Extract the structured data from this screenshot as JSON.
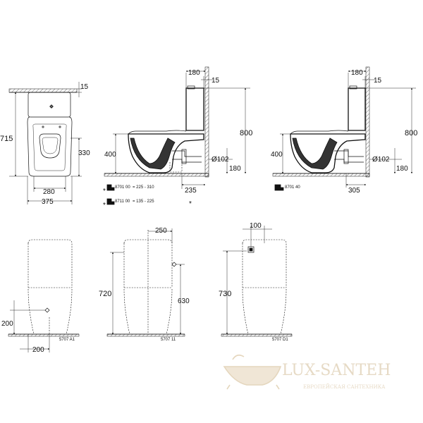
{
  "views": {
    "top_view": {
      "d15": "15",
      "d715": "715",
      "d330": "330",
      "d280": "280",
      "d375": "375"
    },
    "side_wall": {
      "d180": "180",
      "d15": "15",
      "d800": "800",
      "d400": "400",
      "d102": "Ø102",
      "d180b": "180",
      "d235": "235",
      "code1": "8701 00",
      "range1": "= 225 - 310",
      "code2": "8711 00",
      "range2": "= 135 - 225",
      "star1": "*",
      "star2": "*"
    },
    "side_floor": {
      "d180": "180",
      "d15": "15",
      "d800": "800",
      "d400": "400",
      "d102": "Ø102",
      "d180b": "180",
      "d305": "305",
      "code": "8701 40"
    },
    "front_a1": {
      "d200v": "200",
      "d200h": "200",
      "code": "5707 A1"
    },
    "front_11": {
      "d250": "250",
      "d720": "720",
      "d630": "630",
      "code": "5707 11"
    },
    "front_d1": {
      "d100": "100",
      "d730": "730",
      "code": "5707 D1"
    }
  },
  "watermark": {
    "brand": "LUX-SANTEH",
    "tagline": "ЕВРОПЕЙСКАЯ САНТЕХНИКА",
    "color": "#e9dcc6"
  }
}
